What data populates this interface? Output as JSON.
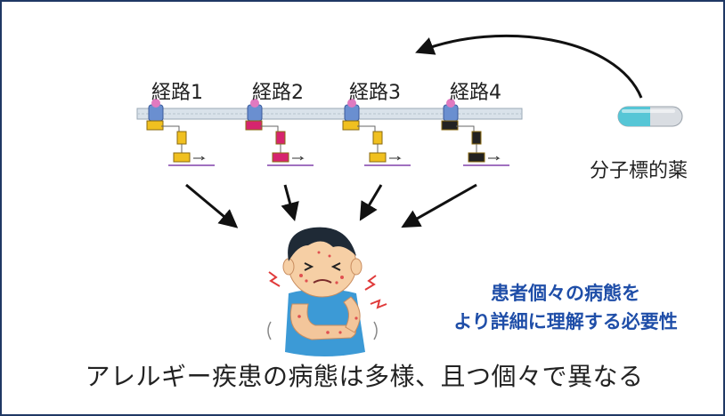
{
  "pathways": [
    {
      "label": "経路1",
      "color": "#f0c020"
    },
    {
      "label": "経路2",
      "color": "#d6246e"
    },
    {
      "label": "経路3",
      "color": "#f0c020"
    },
    {
      "label": "経路4",
      "color": "#222222"
    }
  ],
  "drug": {
    "label": "分子標的薬",
    "capsule_color": "#56c6d6"
  },
  "emphasis": {
    "line1": "患者個々の病態を",
    "line2": "より詳細に理解する必要性",
    "color": "#1f4ea8"
  },
  "caption": "アレルギー疾患の病態は多様、且つ個々で異なる"
}
